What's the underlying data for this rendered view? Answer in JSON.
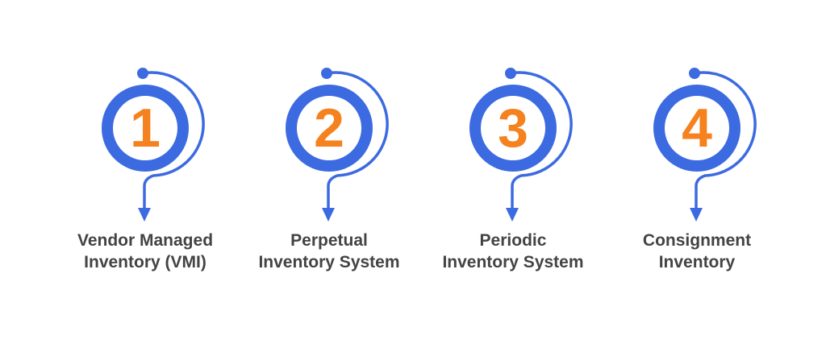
{
  "items": [
    {
      "number": "1",
      "title": "Vendor Managed\nInventory (VMI)"
    },
    {
      "number": "2",
      "title": "Perpetual\nInventory System"
    },
    {
      "number": "3",
      "title": "Periodic\nInventory System"
    },
    {
      "number": "4",
      "title": "Consignment\nInventory"
    }
  ],
  "icons": {
    "step_marker": "number-ring-with-orbit-dot-and-down-arrow"
  },
  "colors": {
    "ring_blue": "#3C6AE1",
    "number_orange": "#F5821F",
    "label_gray": "#434343",
    "background": "#FFFFFF"
  }
}
